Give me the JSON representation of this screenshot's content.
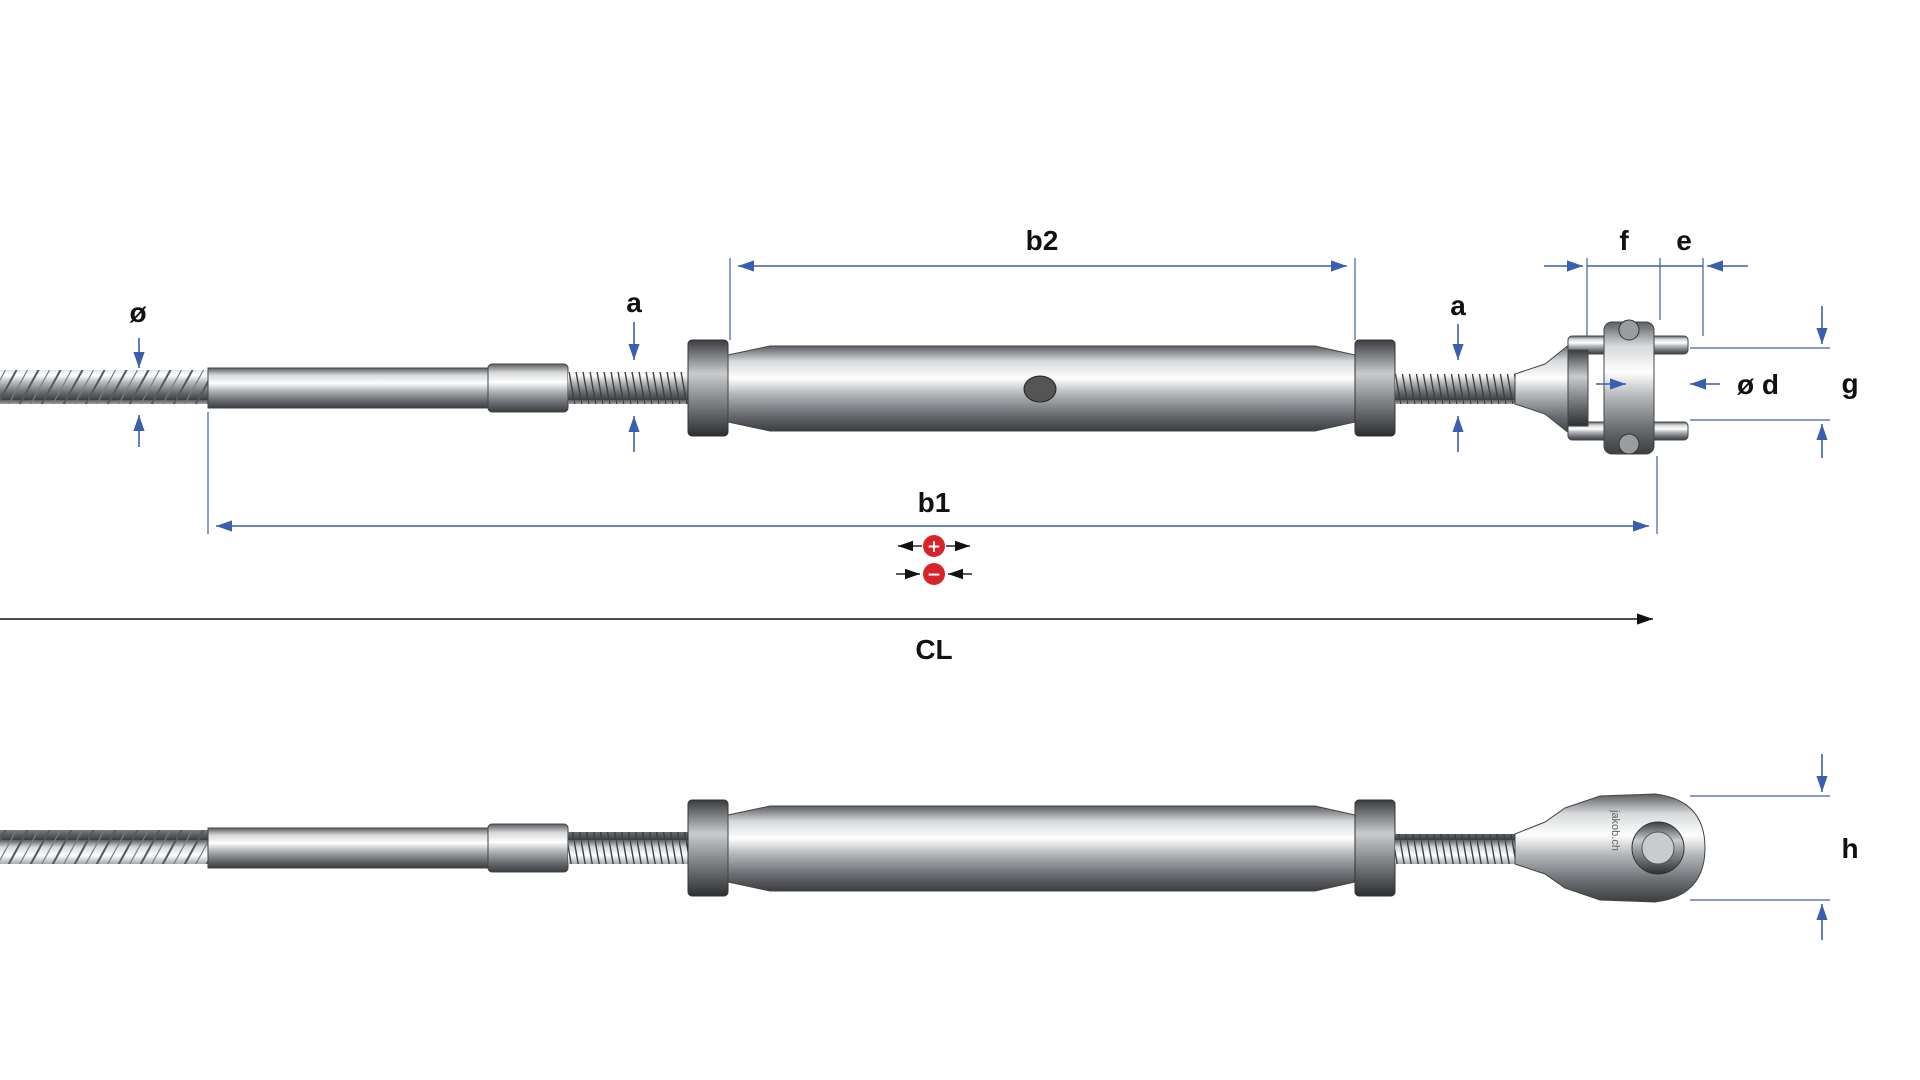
{
  "labels": {
    "dia": "ø",
    "a_left": "a",
    "b2": "b2",
    "a_right": "a",
    "f": "f",
    "e": "e",
    "d": "ø d",
    "g": "g",
    "b1": "b1",
    "cl": "CL",
    "h": "h"
  },
  "adjust": {
    "plus": "+",
    "minus": "−"
  },
  "jaw_marking": "jakob.ch",
  "icons": {
    "wire_rope": "wire-rope-icon",
    "turnbuckle": "turnbuckle-icon",
    "jaw": "fork-jaw-icon",
    "eye": "eye-terminal-icon"
  },
  "colors": {
    "dimension_line": "#3a5fae",
    "plus_minus_badge": "#d8232a",
    "text": "#111111"
  }
}
